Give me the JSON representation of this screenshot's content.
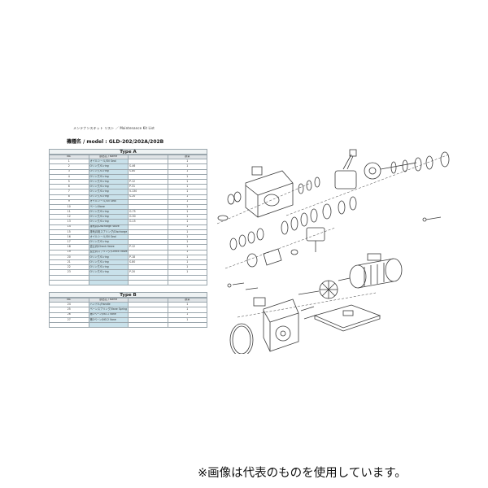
{
  "sheet": {
    "title": "メンテナンスキット リスト ／ Maintenance Kit List",
    "model_line": "機種名 / model : GLD-202/202A/202B",
    "type_a": {
      "label": "Type A",
      "headers": [
        "No.",
        "部品名 / Name",
        "",
        "数量"
      ],
      "rows": [
        {
          "no": "1",
          "name": "オイルシール/Oil Seal",
          "part": "",
          "qty": "1"
        },
        {
          "no": "2",
          "name": "Oリング/O-ring",
          "part": "S-46",
          "qty": "1"
        },
        {
          "no": "3",
          "name": "Oリング/O-ring",
          "part": "S-80",
          "qty": "1"
        },
        {
          "no": "4",
          "name": "Oリング/O-ring",
          "part": "",
          "qty": "1"
        },
        {
          "no": "5",
          "name": "Oリング/O-ring",
          "part": "P-12",
          "qty": "1"
        },
        {
          "no": "6",
          "name": "Oリング/O-ring",
          "part": "P-31",
          "qty": "1"
        },
        {
          "no": "7",
          "name": "Oリング/O-ring",
          "part": "V-130",
          "qty": "1"
        },
        {
          "no": "8",
          "name": "Oリング/O-ring",
          "part": "S-20",
          "qty": "1"
        },
        {
          "no": "9",
          "name": "オイルシール/Oil Seal",
          "part": "",
          "qty": "1"
        },
        {
          "no": "10",
          "name": "ベーン/Vane",
          "part": "",
          "qty": "1"
        },
        {
          "no": "11",
          "name": "Oリング/O-ring",
          "part": "G-75",
          "qty": "1"
        },
        {
          "no": "12",
          "name": "Oリング/O-ring",
          "part": "G-50",
          "qty": "1"
        },
        {
          "no": "13",
          "name": "Oリング/O-ring",
          "part": "G-15",
          "qty": "1"
        },
        {
          "no": "14",
          "name": "排気弁/Discharge Valve",
          "part": "",
          "qty": "1"
        },
        {
          "no": "15",
          "name": "排気弁用スプリング/Discharge Valve Spring",
          "part": "",
          "qty": "1"
        },
        {
          "no": "16",
          "name": "オイルシール/Oil Seal",
          "part": "",
          "qty": "1"
        },
        {
          "no": "17",
          "name": "Oリング/O-ring",
          "part": "",
          "qty": "1"
        },
        {
          "no": "18",
          "name": "逆止弁/Check Valve",
          "part": "P-12",
          "qty": "1"
        },
        {
          "no": "19",
          "name": "逆止弁スプリング/Check Valve Spring",
          "part": "",
          "qty": "1"
        },
        {
          "no": "20",
          "name": "Oリング/O-ring",
          "part": "P-18",
          "qty": "1"
        },
        {
          "no": "21",
          "name": "Oリング/O-ring",
          "part": "S-80",
          "qty": "1"
        },
        {
          "no": "22",
          "name": "Oリング/O-ring",
          "part": "",
          "qty": "1"
        },
        {
          "no": "23",
          "name": "Oリング/O-ring",
          "part": "P-20",
          "qty": "1"
        },
        {
          "no": "",
          "name": "",
          "part": "",
          "qty": ""
        },
        {
          "no": "",
          "name": "",
          "part": "",
          "qty": ""
        }
      ]
    },
    "type_b": {
      "label": "Type B",
      "headers": [
        "No.",
        "部品名 / Name",
        "",
        "数量"
      ],
      "rows": [
        {
          "no": "24",
          "name": "ハンドル/Handle",
          "part": "",
          "qty": "1"
        },
        {
          "no": "25",
          "name": "ベーンスプリング/Vane Spring",
          "part": "",
          "qty": "1"
        },
        {
          "no": "26",
          "name": "第1ベーン/NO.1 Vane",
          "part": "",
          "qty": "1"
        },
        {
          "no": "27",
          "name": "第2ベーン/NO.2 Vane",
          "part": "",
          "qty": "1"
        },
        {
          "no": "",
          "name": "",
          "part": "",
          "qty": ""
        }
      ]
    }
  },
  "drawing": {
    "line_color": "#3a3a3a",
    "callout_labels": []
  },
  "footer": {
    "note": "※画像は代表のものを使用しています。"
  }
}
